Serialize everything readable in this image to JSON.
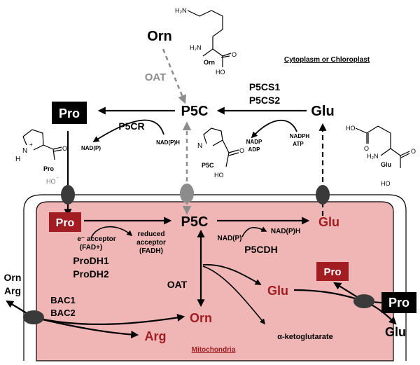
{
  "compartments": {
    "cytoplasm_label": "Cytoplasm or Chloroplast",
    "mitochondria_label": "Mitochondria"
  },
  "cytoplasm": {
    "orn": "Orn",
    "oat": "OAT",
    "p5c": "P5C",
    "pro": "Pro",
    "glu": "Glu",
    "p5cs1": "P5CS1",
    "p5cs2": "P5CS2",
    "p5cr": "P5CR",
    "nadp_left": "NAD(P)",
    "nadph_left": "NAD(P)H",
    "nadp": "NADP",
    "adp": "ADP",
    "nadph": "NADPH",
    "atp": "ATP"
  },
  "structures": {
    "orn_h2n_top": "H₂N",
    "orn_h2n": "H₂N",
    "orn_label": "Orn",
    "orn_ho": "HO",
    "orn_o": "O",
    "pro_n": "N",
    "pro_h": "H",
    "pro_plus": "+",
    "pro_o": "O",
    "pro_label": "Pro",
    "pro_ho": "HO",
    "pro_minus": "-",
    "p5c_n": "N",
    "p5c_label": "P5C",
    "p5c_o": "O",
    "p5c_ho": "HO",
    "glu_ho": "HO",
    "glu_o_top": "O",
    "glu_h2n": "H₂N",
    "glu_label": "Glu",
    "glu_o": "O",
    "glu_ho_bottom": "HO"
  },
  "mitochondria": {
    "pro": "Pro",
    "p5c": "P5C",
    "glu": "Glu",
    "e_acceptor": "e⁻ acceptor",
    "fad_plus": "(FAD+)",
    "reduced": "reduced",
    "acceptor": "acceptor",
    "fadh": "(FADH)",
    "prodh1": "ProDH1",
    "prodh2": "ProDH2",
    "nadp": "NAD(P)",
    "nadph": "NAD(P)H",
    "p5cdh": "P5CDH",
    "oat": "OAT",
    "glu2": "Glu",
    "orn": "Orn",
    "arg": "Arg",
    "bac1": "BAC1",
    "bac2": "BAC2",
    "ketoglutarate": "α-ketoglutarate",
    "pro_out": "Pro"
  },
  "outside": {
    "orn": "Orn",
    "arg": "Arg",
    "pro": "Pro",
    "glu": "Glu"
  },
  "colors": {
    "mito_fill": "#f0b6b6",
    "mito_red": "#a11d21",
    "dark": "#000000",
    "gray": "#8c8c8c",
    "transporter": "#3a3a3a"
  }
}
